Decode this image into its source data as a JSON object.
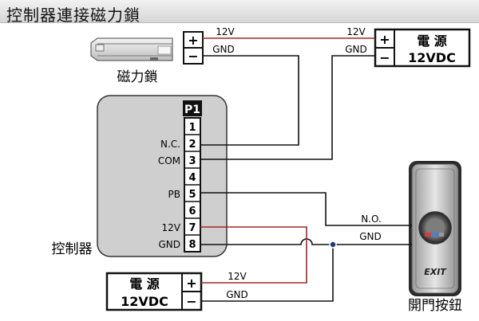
{
  "title": "控制器連接磁力鎖",
  "lock": {
    "label": "磁力鎖",
    "terminals": [
      "+",
      "−"
    ]
  },
  "power_top": {
    "name": "電 源",
    "voltage": "12VDC",
    "terminals": [
      "+",
      "−"
    ]
  },
  "power_bottom": {
    "name": "電 源",
    "voltage": "12VDC",
    "terminals": [
      "+",
      "−"
    ]
  },
  "controller": {
    "label": "控制器",
    "port": "P1",
    "pins": [
      "1",
      "2",
      "3",
      "4",
      "5",
      "6",
      "7",
      "8"
    ],
    "pin_labels": {
      "nc": "N.C.",
      "com": "COM",
      "pb": "PB",
      "v12": "12V",
      "gnd": "GND"
    }
  },
  "exit_button": {
    "label": "開門按鈕",
    "text": "EXIT"
  },
  "wires": {
    "lock_pos": "12V",
    "lock_neg": "GND",
    "top_pos": "12V",
    "top_neg": "GND",
    "btn_no": "N.O.",
    "btn_gnd": "GND",
    "bot_pos": "12V",
    "bot_neg": "GND"
  },
  "colors": {
    "positive_wire": "#a02828",
    "ground_wire": "#111111",
    "controller_fill": "#cfcfcf"
  }
}
